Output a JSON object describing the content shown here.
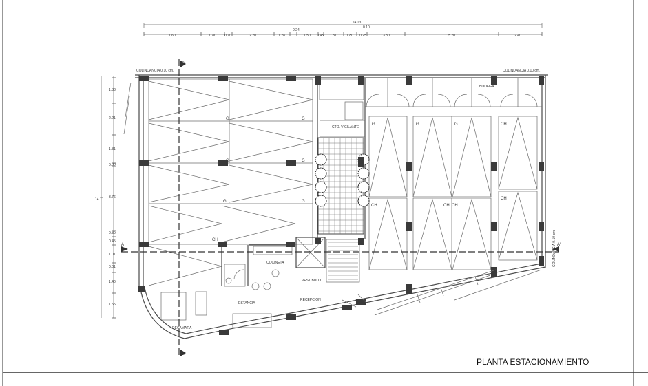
{
  "title": "PLANTA ESTACIONAMIENTO",
  "colindancia": {
    "left_label": "COLINDANCIA 0.10 cm.",
    "right_label": "COLINDANCIA 0.10 cm.",
    "side_label": "COLINDANCIA 0.10 cm."
  },
  "dimensions": {
    "overall_width": "24.13",
    "small_top": "0.10",
    "tick_024": "0.24",
    "top_segments": [
      "1.60",
      "0.80",
      "0.70",
      "2.20",
      "1.28",
      "1.50",
      "0.45",
      "1.31",
      "1.80",
      "0.25",
      "3.30",
      "5.20",
      "2.40"
    ],
    "overall_height": "14.71",
    "left_segments": [
      "1.38",
      "2.21",
      "1.31",
      "0.30",
      "3.76",
      "0.30",
      "0.45",
      "1.01",
      "0.01",
      "1.40",
      "1.55"
    ]
  },
  "rooms": {
    "cocineta": "COCINETA",
    "estancia": "ESTANCIA",
    "recamara": "RECAMARA",
    "vestibulo": "VESTIBULO",
    "recepcion": "RECEPCION",
    "cto_vigilante": "CTO. VIGILANTE",
    "bodega": "BODEGA"
  },
  "parking_labels": {
    "g": "G",
    "ch": "CH",
    "ch_double": "CH.  CH."
  },
  "section_marks": {
    "a_left": "A",
    "a_right": "A'",
    "b_top": "B'",
    "b_bottom": "B"
  }
}
